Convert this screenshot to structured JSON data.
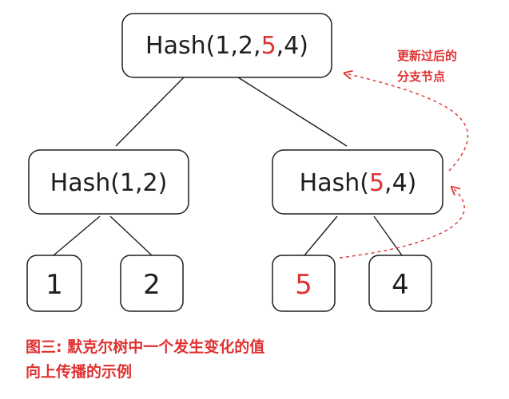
{
  "colors": {
    "ink": "#1e1e1e",
    "highlight": "#e03131",
    "background": "#ffffff"
  },
  "nodes": {
    "root": {
      "prefix": "Hash(1,2,",
      "highlight": "5",
      "suffix": ",4)"
    },
    "left_branch": {
      "label": "Hash(1,2)"
    },
    "right_branch": {
      "prefix": "Hash(",
      "highlight": "5",
      "suffix": ",4)"
    },
    "leaves": [
      {
        "label": "1",
        "highlighted": false
      },
      {
        "label": "2",
        "highlighted": false
      },
      {
        "label": "5",
        "highlighted": true
      },
      {
        "label": "4",
        "highlighted": false
      }
    ]
  },
  "annotation": {
    "line1": "更新过后的",
    "line2": "分支节点"
  },
  "caption": {
    "line1": "图三: 默克尔树中一个发生变化的值",
    "line2": "向上传播的示例"
  }
}
